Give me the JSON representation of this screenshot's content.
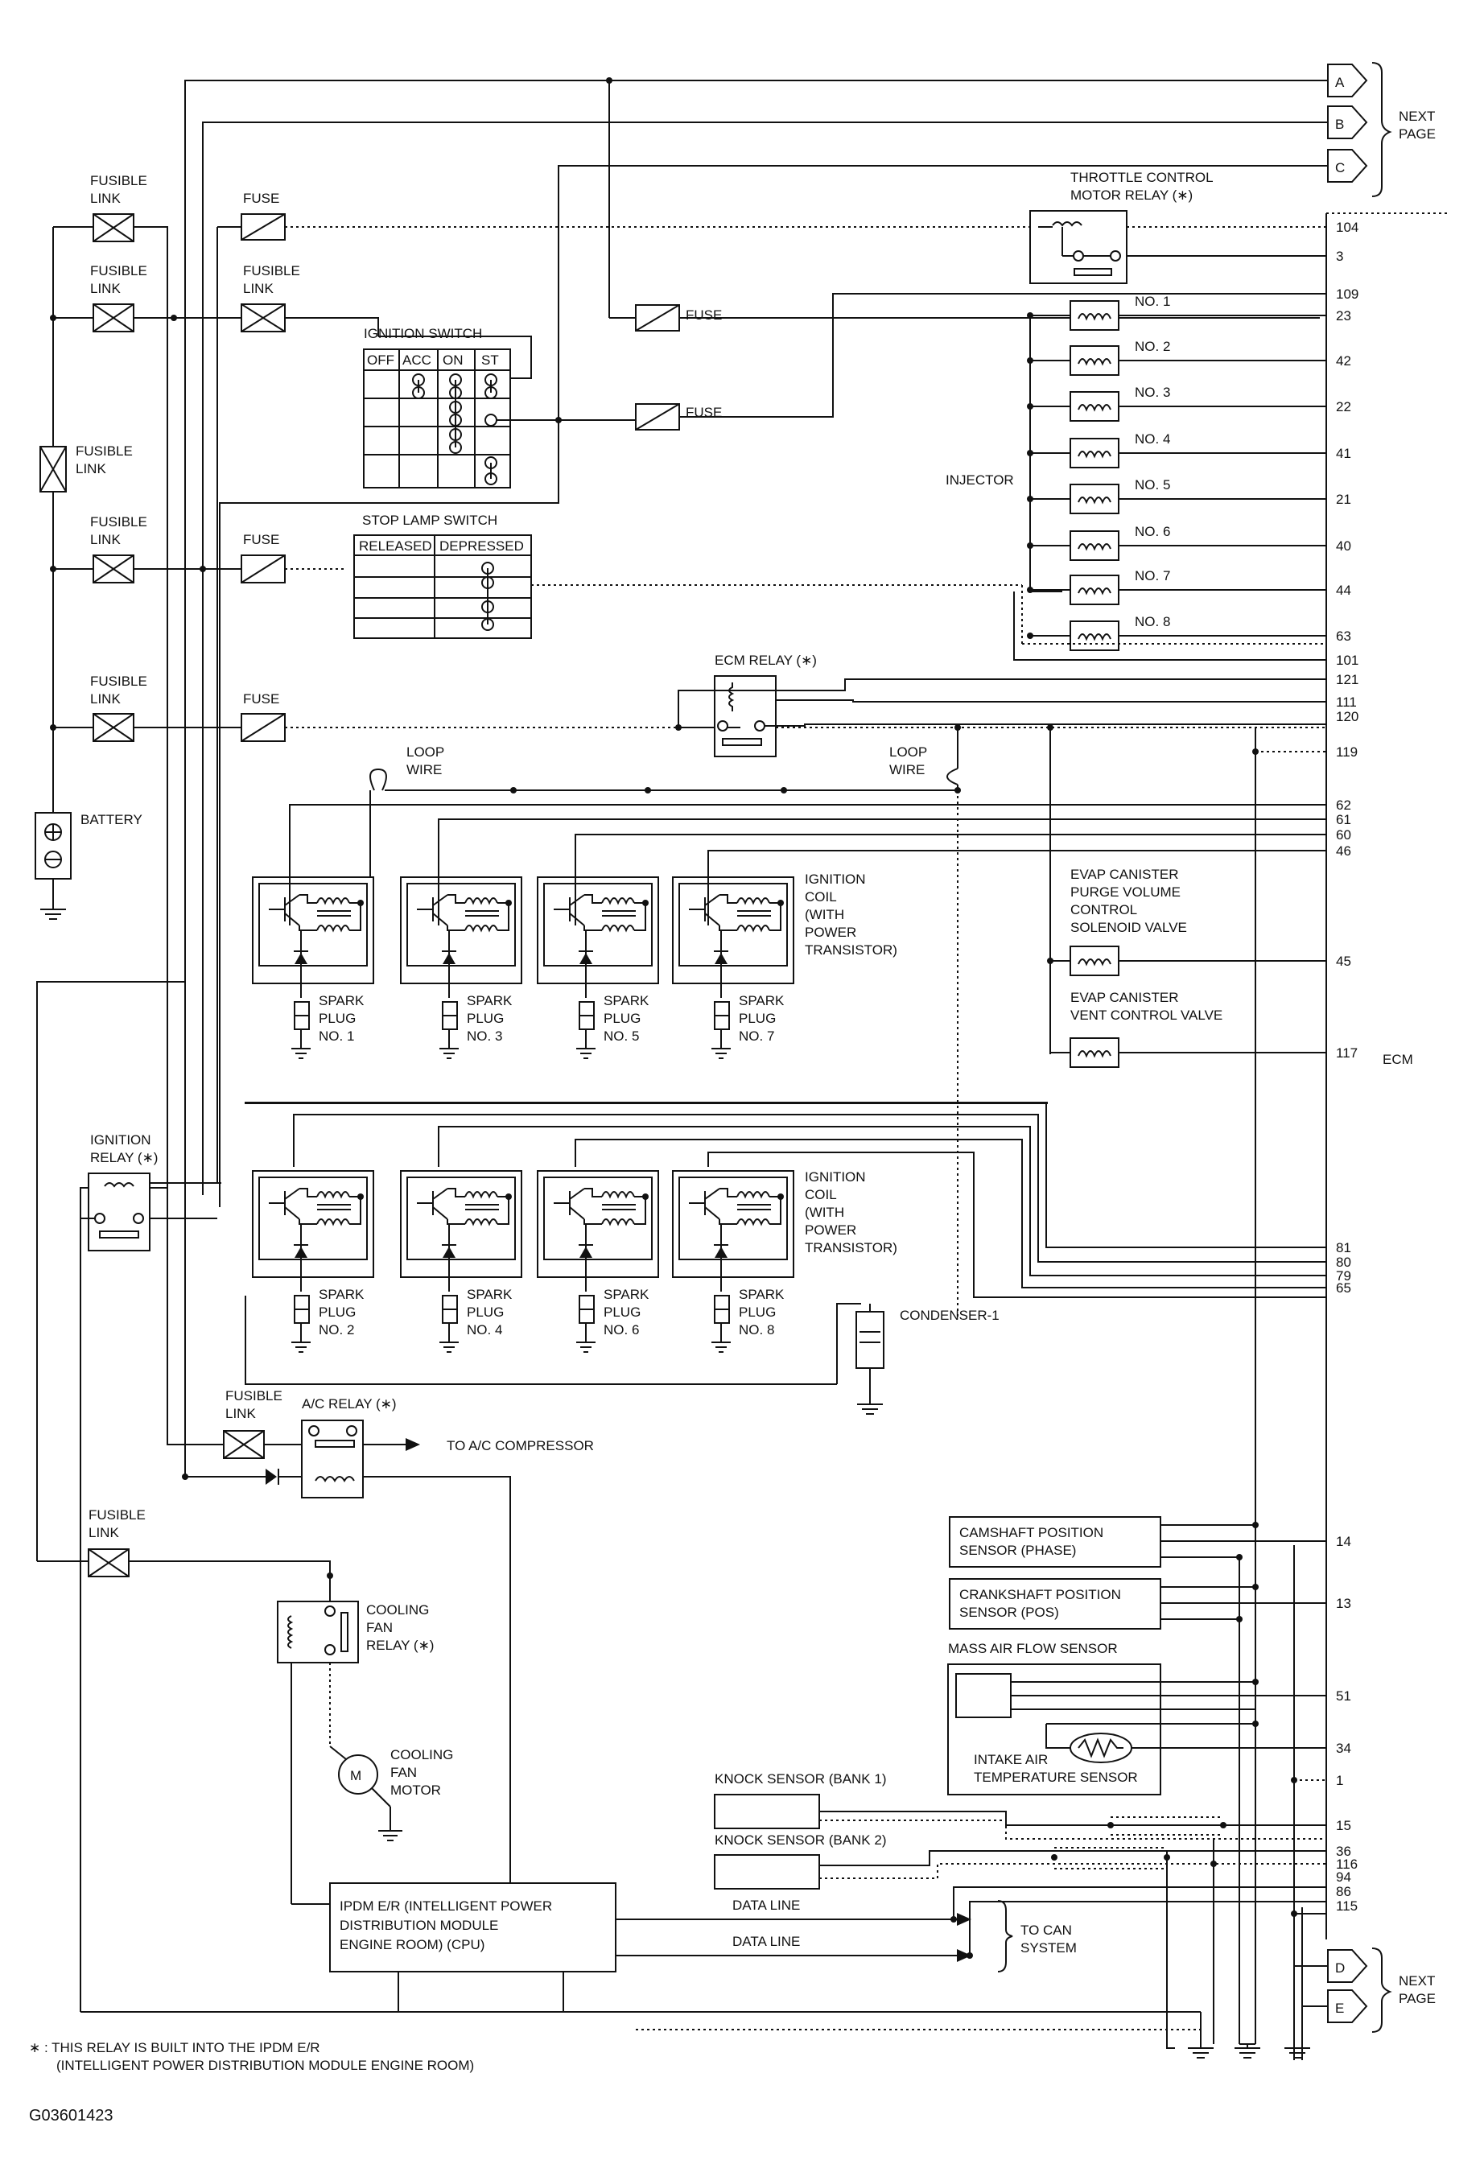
{
  "diagram": {
    "figure_id": "G03601423",
    "footnote": [
      "∗ : THIS RELAY IS BUILT INTO THE IPDM E/R",
      "(INTELLIGENT POWER DISTRIBUTION MODULE ENGINE ROOM)"
    ],
    "next_page_top": [
      "NEXT",
      "PAGE"
    ],
    "next_page_bottom": [
      "NEXT",
      "PAGE"
    ],
    "connectors_top": [
      "A",
      "B",
      "C"
    ],
    "connectors_bottom": [
      "D",
      "E"
    ],
    "fusible_link": [
      "FUSIBLE",
      "LINK"
    ],
    "fuse": "FUSE",
    "battery": "BATTERY",
    "ignition_switch": {
      "title": "IGNITION SWITCH",
      "columns": [
        "OFF",
        "ACC",
        "ON",
        "ST"
      ]
    },
    "stop_lamp_switch": {
      "title": "STOP LAMP SWITCH",
      "columns": [
        "RELEASED",
        "DEPRESSED"
      ]
    },
    "throttle_relay": [
      "THROTTLE CONTROL",
      "MOTOR RELAY (∗)"
    ],
    "ecm_relay": "ECM RELAY (∗)",
    "ignition_relay": [
      "IGNITION",
      "RELAY (∗)"
    ],
    "ac_relay": "A/C RELAY (∗)",
    "to_ac_compressor": "TO A/C COMPRESSOR",
    "cooling_fan_relay": [
      "COOLING",
      "FAN",
      "RELAY (∗)"
    ],
    "cooling_fan_motor": [
      "COOLING",
      "FAN",
      "MOTOR"
    ],
    "motor_symbol": "M",
    "injector": "INJECTOR",
    "injector_numbers": [
      "NO. 1",
      "NO. 2",
      "NO. 3",
      "NO. 4",
      "NO. 5",
      "NO. 6",
      "NO. 7",
      "NO. 8"
    ],
    "loop_wire": [
      "LOOP",
      "WIRE"
    ],
    "ignition_coil": [
      "IGNITION",
      "COIL",
      "(WITH",
      "POWER",
      "TRANSISTOR)"
    ],
    "spark_plug": [
      "SPARK",
      "PLUG"
    ],
    "plugs_top": [
      "NO. 1",
      "NO. 3",
      "NO. 5",
      "NO. 7"
    ],
    "plugs_bottom": [
      "NO. 2",
      "NO. 4",
      "NO. 6",
      "NO. 8"
    ],
    "condenser": "CONDENSER-1",
    "evap_purge": [
      "EVAP CANISTER",
      "PURGE VOLUME",
      "CONTROL",
      "SOLENOID VALVE"
    ],
    "evap_vent": [
      "EVAP CANISTER",
      "VENT CONTROL VALVE"
    ],
    "ecm": "ECM",
    "camshaft": [
      "CAMSHAFT POSITION",
      "SENSOR (PHASE)"
    ],
    "crankshaft": [
      "CRANKSHAFT POSITION",
      "SENSOR (POS)"
    ],
    "maf": "MASS AIR FLOW SENSOR",
    "iat": [
      "INTAKE AIR",
      "TEMPERATURE SENSOR"
    ],
    "knock1": "KNOCK SENSOR (BANK 1)",
    "knock2": "KNOCK SENSOR (BANK 2)",
    "ipdm": [
      "IPDM E/R (INTELLIGENT POWER",
      "DISTRIBUTION MODULE",
      "ENGINE ROOM) (CPU)"
    ],
    "data_line": "DATA LINE",
    "to_can": [
      "TO CAN",
      "SYSTEM"
    ],
    "ecm_pins": {
      "throttle": [
        "104",
        "3"
      ],
      "injectors": [
        "109",
        "23",
        "42",
        "22",
        "41",
        "21",
        "40",
        "44",
        "63"
      ],
      "relay": [
        "101",
        "121",
        "111",
        "120",
        "119"
      ],
      "coils_top": [
        "62",
        "61",
        "60",
        "46"
      ],
      "evap": [
        "45",
        "117"
      ],
      "coils_bottom": [
        "81",
        "80",
        "79",
        "65"
      ],
      "sensors": [
        "14",
        "13",
        "51",
        "34",
        "1",
        "15",
        "36",
        "116",
        "94",
        "86",
        "115"
      ]
    }
  }
}
